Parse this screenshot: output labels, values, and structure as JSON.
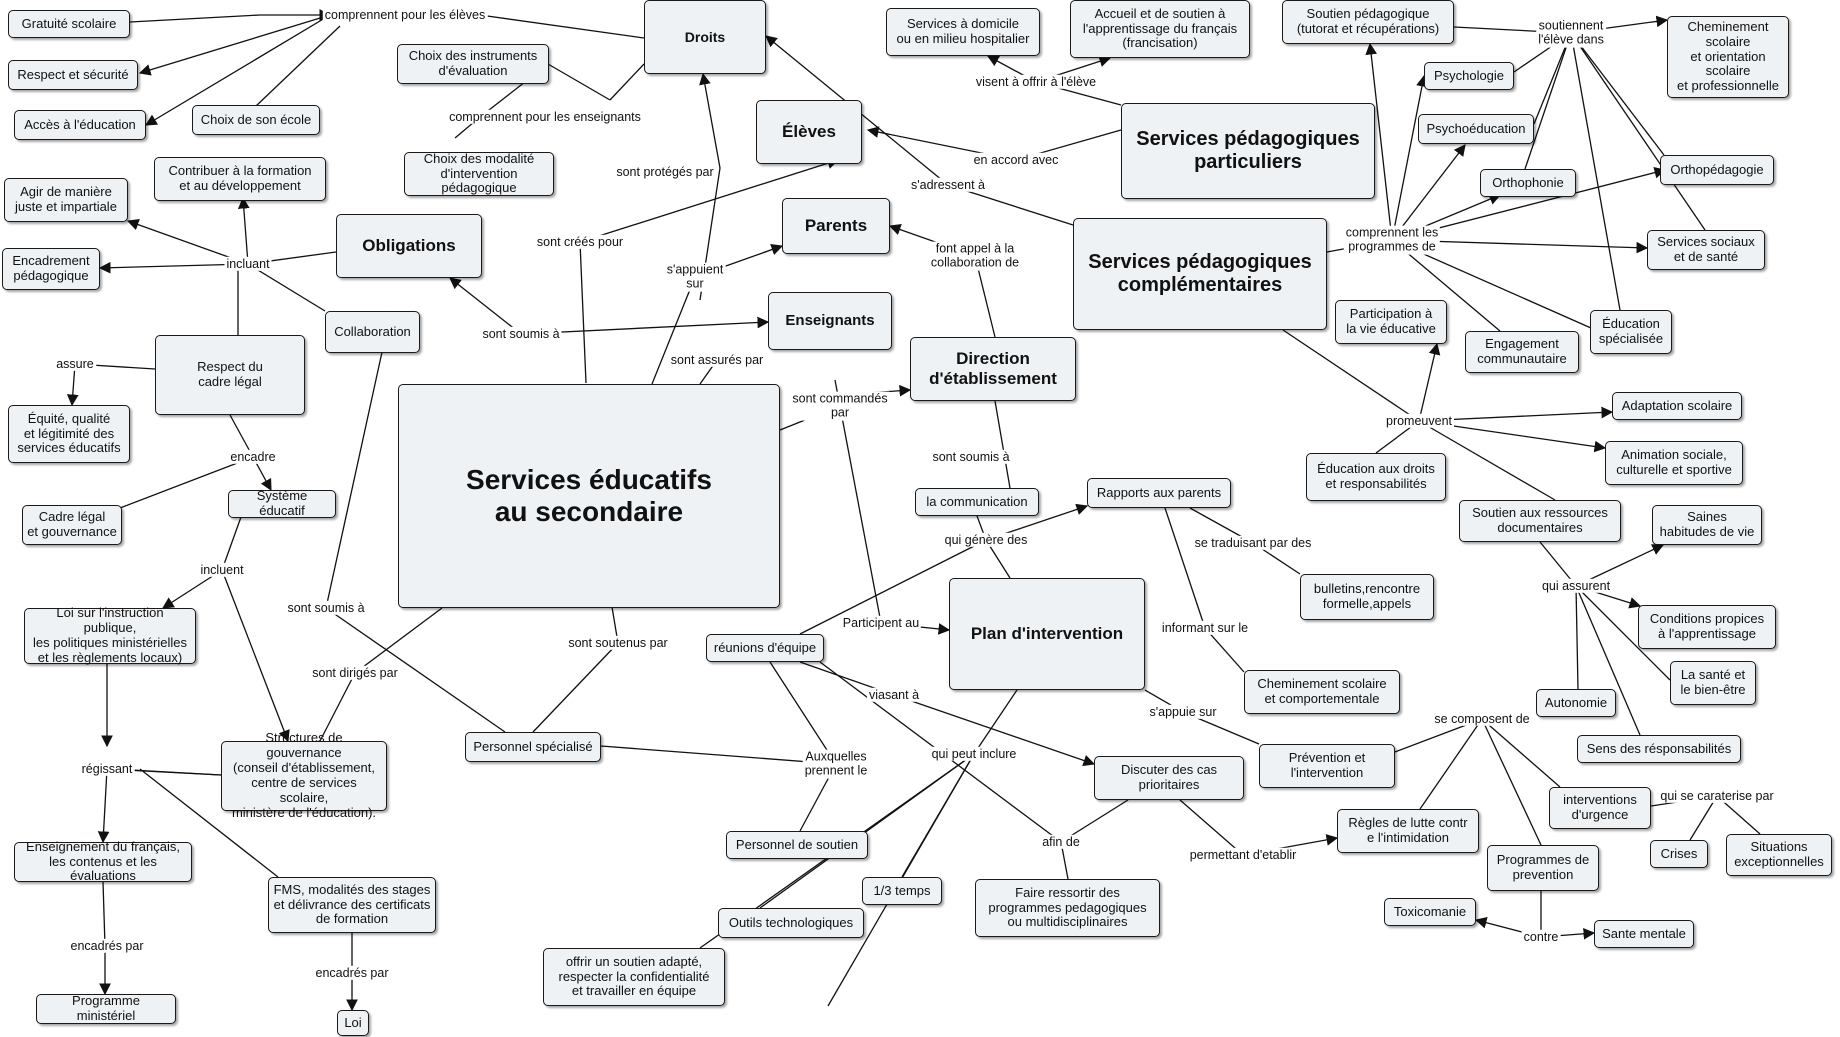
{
  "nodes": {
    "gratuite": "Gratuité scolaire",
    "respect_securite": "Respect et sécurité",
    "acces": "Accès à l'éducation",
    "choix_ecole": "Choix de son école",
    "droits": "Droits",
    "choix_instruments": "Choix des instruments\nd'évaluation",
    "choix_modalite": "Choix des modalité\nd'intervention pédagogique",
    "eleves": "Élèves",
    "parents": "Parents",
    "contribuer": "Contribuer à la formation\net au développement",
    "agir": "Agir de manière\njuste et impartiale",
    "encadrement_peda": "Encadrement\npédagogique",
    "obligations": "Obligations",
    "collaboration": "Collaboration",
    "respect_cadre": "Respect du\ncadre légal",
    "equite": "Équité, qualité\net légitimité des\nservices éducatifs",
    "cadre_legal": "Cadre légal\net gouvernance",
    "systeme": "Système éducatif",
    "loi_instruction": "Loi sur l'instruction publique,\nles politiques ministérielles\net les règlements locaux)",
    "enseignement": "Enseignement du français,\nles contenus et les évaluations",
    "programme_min": "Programme ministériel",
    "structures": "Structures de gouvernance\n(conseil d'établissement,\ncentre de services scolaire,\nministère de l'éducation).",
    "fms": "FMS, modalités des stages\net  délivrance des certificats\nde formation",
    "loi": "Loi",
    "services_edu": "Services éducatifs\nau secondaire",
    "enseignants": "Enseignants",
    "direction": "Direction\nd'établissement",
    "communication": "la communication",
    "rapports": "Rapports aux parents",
    "bulletins": "bulletins,rencontre\nformelle,appels",
    "plan": "Plan d'intervention",
    "reunions": "réunions d'équipe",
    "personnel_spec": "Personnel spécialisé",
    "personnel_soutien": "Personnel de soutien",
    "outils": "Outils technologiques",
    "offrir": "offrir un soutien adapté,\nrespecter la confidentialité\net travailler en équipe",
    "tiers_temps": "1/3 temps",
    "faire_ressortir": "Faire ressortir des\nprogrammes pedagogiques\nou multidisciplinaires",
    "discuter": "Discuter des cas\nprioritaires",
    "cheminement_sc": "Cheminement scolaire\net comportementale",
    "prevention": "Prévention et\nl'intervention",
    "regles": "Règles de lutte contr\ne l'intimidation",
    "programmes_prev": "Programmes de\nprevention",
    "toxicomanie": "Toxicomanie",
    "sante_mentale": "Sante mentale",
    "interventions": "interventions\nd'urgence",
    "crises": "Crises",
    "situations": "Situations\nexceptionnelles",
    "services_domicile": "Services à domicile\nou en milieu hospitalier",
    "accueil": "Accueil et de soutien à\nl'apprentissage du français\n(francisation)",
    "soutien_peda": "Soutien pédagogique\n(tutorat et récupérations)",
    "spp": "Services pédagogiques\nparticuliers",
    "cheminement_orient": "Cheminement\nscolaire\net orientation\nscolaire\net professionnelle",
    "psychologie": "Psychologie",
    "psychoeducation": "Psychoéducation",
    "orthophonie": "Orthophonie",
    "orthopedagogie": "Orthopédagogie",
    "spc": "Services pédagogiques\ncomplémentaires",
    "services_sociaux": "Services sociaux\net de santé",
    "participation": "Participation à\nla vie éducative",
    "engagement": "Engagement\ncommunautaire",
    "education_spec": "Éducation\nspécialisée",
    "adaptation": "Adaptation scolaire",
    "animation": "Animation sociale,\nculturelle et sportive",
    "education_droits": "Éducation aux droits\net responsabilités",
    "soutien_ress": "Soutien aux ressources\ndocumentaires",
    "saines": "Saines\nhabitudes de vie",
    "conditions": "Conditions propices\nà l'apprentissage",
    "sante_bien": "La santé et\nle bien-être",
    "autonomie": "Autonomie",
    "sens_resp": "Sens des résponsabilités"
  },
  "labels": {
    "comprennent_eleves": "comprennent pour les élèves",
    "comprennent_ens": "comprennent pour les enseignants",
    "sont_proteges": "sont protégés par",
    "sont_crees": "sont créés pour",
    "incluant": "incluant",
    "assure": "assure",
    "encadre": "encadre",
    "incluent": "incluent",
    "regissant": "régissant",
    "encadres1": "encadrés par",
    "encadres2": "encadrés par",
    "sont_soumis1": "sont soumis à",
    "sont_soumis2": "sont soumis à",
    "sont_soumis3": "sont soumis à",
    "sappuient": "s'appuient\nsur",
    "sont_assures": "sont assurés par",
    "sont_commandes": "sont commandés\npar",
    "font_appel": "font appel à la\ncollaboration de",
    "en_accord": "en accord avec",
    "sadressent": "s'adressent à",
    "visent": "visent à offrir à l'élève",
    "soutiennent": "soutiennent\nl'élève dans",
    "comprennent_prog": "comprennent les\nprogrammes de",
    "promeuvent": "promeuvent",
    "qui_assurent": "qui assurent",
    "qui_genere": "qui génère des",
    "se_traduisant": "se traduisant par des",
    "informant": "informant sur le",
    "participent": "Participent au",
    "sont_diriges": "sont dirigés par",
    "sont_soutenus": "sont soutenus par",
    "viasant": "viasant à",
    "qui_peut": "qui peut inclure",
    "auxquelles": "Auxquelles\nprennent  le",
    "afin_de": "afin de",
    "permettant": "permettant d'etablir",
    "sappuie": "s'appuie sur",
    "se_composent": "se composent de",
    "contre": "contre",
    "caraterise": "qui se caraterise par"
  }
}
